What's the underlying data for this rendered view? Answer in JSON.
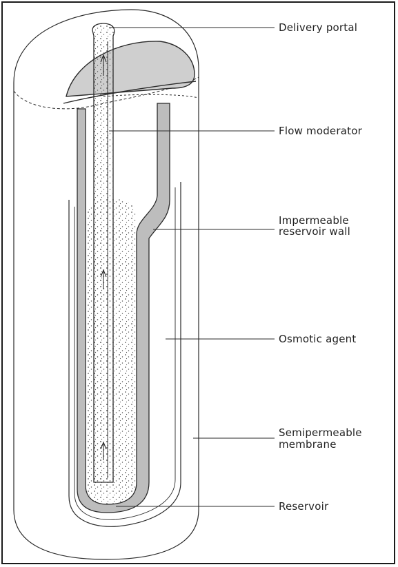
{
  "labels": {
    "delivery_portal": "Delivery portal",
    "flow_moderator": "Flow moderator",
    "impermeable_reservoir_wall_line1": "Impermeable",
    "impermeable_reservoir_wall_line2": "reservoir wall",
    "osmotic_agent": "Osmotic agent",
    "semipermeable_membrane_line1": "Semipermeable",
    "semipermeable_membrane_line2": "membrane",
    "reservoir": "Reservoir"
  },
  "colors": {
    "outline": "#2a2a2a",
    "wall_fill": "#bdbdbd",
    "dome_fill": "#cfcfcf",
    "stipple": "#555555"
  }
}
